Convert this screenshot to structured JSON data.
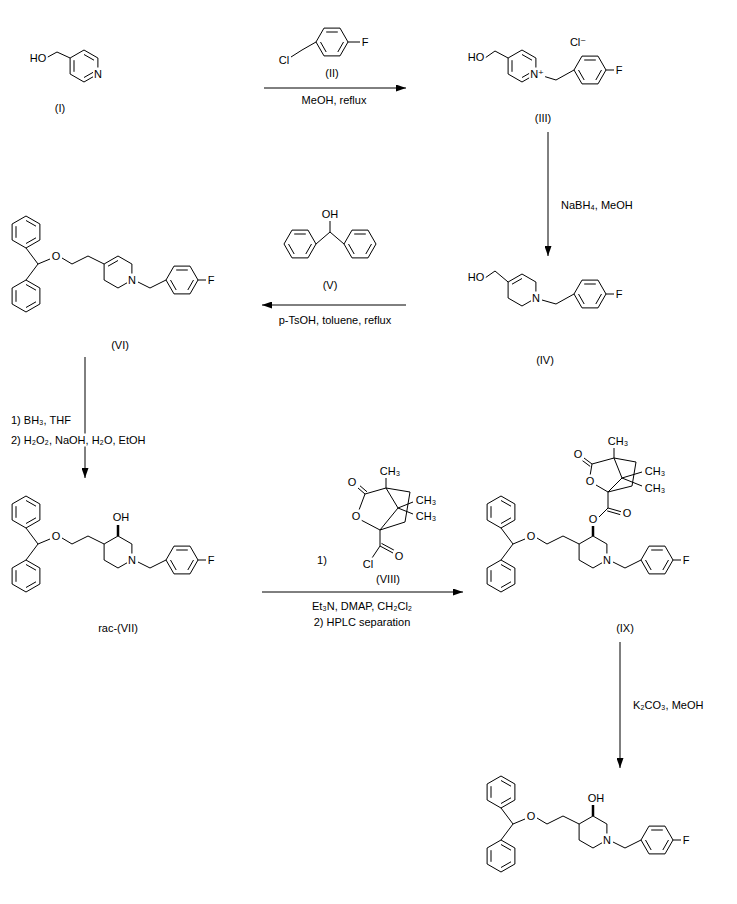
{
  "diagram": {
    "nodes": [
      {
        "text": [
          "HO",
          "N",
          "(I)"
        ]
      },
      {
        "text": [
          "Cl",
          "F",
          "(II)"
        ]
      },
      {
        "text": [
          "HO",
          "N⁺",
          "Cl⁻",
          "F",
          "(III)"
        ]
      },
      {
        "text": [
          "HO",
          "N",
          "F",
          "(IV)"
        ]
      },
      {
        "text": [
          "OH",
          "(V)"
        ]
      },
      {
        "text": [
          "O",
          "N",
          "F",
          "(VI)"
        ]
      },
      {
        "text": [
          "O",
          "OH",
          "N",
          "F",
          "rac-(VII)"
        ]
      },
      {
        "text": [
          "O",
          "O",
          "CH₃",
          "CH₃",
          "CH₃",
          "O",
          "Cl",
          "(VIII)"
        ]
      },
      {
        "text": [
          "CH₃",
          "O",
          "CH₃",
          "O",
          "CH₃",
          "O",
          "O",
          "O",
          "N",
          "F",
          "(IX)"
        ]
      },
      {
        "text": [
          "OH",
          "O",
          "N",
          "F"
        ]
      }
    ],
    "edges": [
      {
        "from": 0,
        "to": 2,
        "arrow": "to",
        "label": "MeOH, reflux"
      },
      {
        "from": 2,
        "to": 3,
        "arrow": "to",
        "label": "NaBH₄, MeOH"
      },
      {
        "from": 3,
        "to": 5,
        "arrow": "to",
        "label": "p-TsOH, toluene, reflux"
      },
      {
        "from": 5,
        "to": 6,
        "arrow": "to",
        "label": "1) BH₃, THF"
      },
      {
        "from": 6,
        "to": 8,
        "arrow": "to",
        "label": "Et₃N, DMAP, CH₂Cl₂"
      },
      {
        "from": 8,
        "to": 9,
        "arrow": "to",
        "label": "K₂CO₃, MeOH"
      }
    ],
    "labels": [
      "2) H₂O₂, NaOH, H₂O, EtOH",
      "1)",
      "2) HPLC separation"
    ]
  }
}
